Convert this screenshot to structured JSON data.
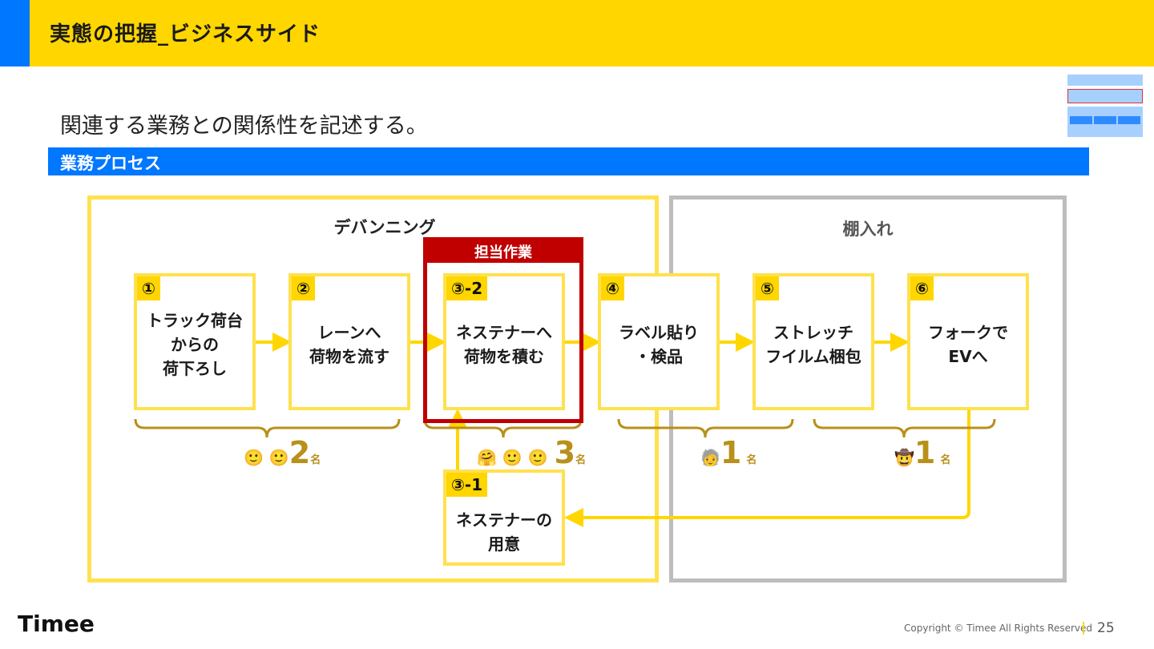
{
  "header": {
    "title": "実態の把握_ビジネスサイド"
  },
  "subtitle": "関連する業務との関係性を記述する。",
  "section": {
    "label": "業務プロセス"
  },
  "phases": {
    "debanning": "デバンニング",
    "shelving": "棚入れ"
  },
  "task_label": "担当作業",
  "steps": [
    {
      "num": "①",
      "text": "トラック荷台\nからの\n荷下ろし"
    },
    {
      "num": "②",
      "text": "レーンへ\n荷物を流す"
    },
    {
      "num": "③-2",
      "text": "ネステナーへ\n荷物を積む"
    },
    {
      "num": "④",
      "text": "ラベル貼り\n・検品"
    },
    {
      "num": "⑤",
      "text": "ストレッチ\nフイルム梱包"
    },
    {
      "num": "⑥",
      "text": "フォークで\nEVへ"
    },
    {
      "num": "③-1",
      "text": "ネステナーの\n用意"
    }
  ],
  "staff": [
    {
      "emoji": "🙂 🙂",
      "count": "2",
      "unit": "名"
    },
    {
      "emoji": "🤗 🙂 🙂",
      "count": "3",
      "unit": "名"
    },
    {
      "emoji": "🧓",
      "count": "1",
      "unit": "名"
    },
    {
      "emoji": "🤠",
      "count": "1",
      "unit": "名"
    }
  ],
  "colors": {
    "yellow": "#FFD600",
    "blue": "#0077FF",
    "red": "#C00000",
    "gray": "#BDBDBD",
    "gold": "#B8901A"
  },
  "footer": {
    "logo": "Timee",
    "copyright": "Copyright © Timee All Rights Reserved",
    "page": "25"
  }
}
